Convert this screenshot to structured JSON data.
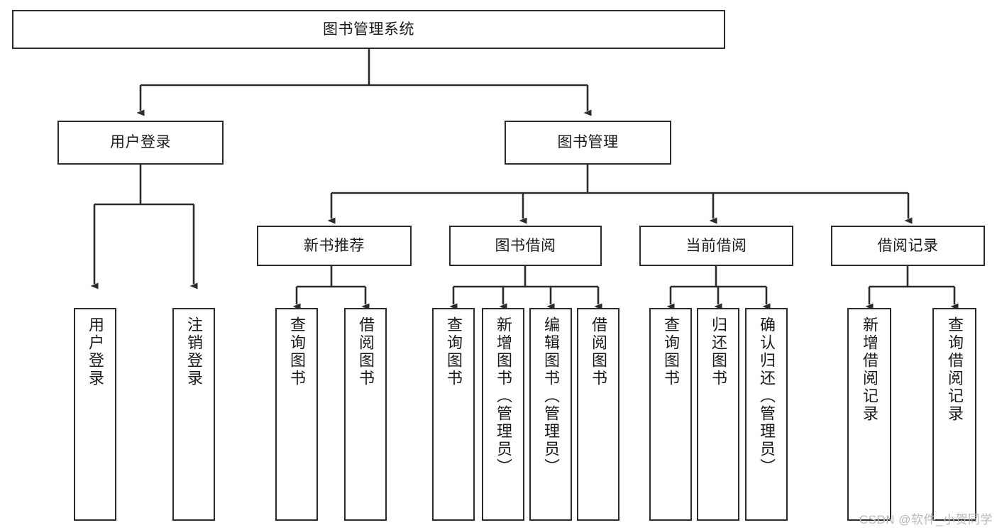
{
  "diagram": {
    "title": "图书管理系统",
    "type": "hierarchy-tree",
    "watermark": "CSDN @软件_小贺同学",
    "colors": {
      "background": "#ffffff",
      "border": "#2b2b2b",
      "text": "#1a1a1a",
      "edge": "#2b2b2b",
      "watermark": "#b9b9b9"
    },
    "levels": {
      "root": {
        "label": "图书管理系统"
      },
      "level2": [
        {
          "label": "用户登录"
        },
        {
          "label": "图书管理"
        }
      ],
      "level3": [
        {
          "label": "新书推荐"
        },
        {
          "label": "图书借阅"
        },
        {
          "label": "当前借阅"
        },
        {
          "label": "借阅记录"
        }
      ],
      "leaves": [
        {
          "label": "用户登录",
          "parent": "用户登录"
        },
        {
          "label": "注销登录",
          "parent": "用户登录"
        },
        {
          "label": "查询图书",
          "parent": "新书推荐"
        },
        {
          "label": "借阅图书",
          "parent": "新书推荐"
        },
        {
          "label": "查询图书",
          "parent": "图书借阅"
        },
        {
          "label": "新增图书（管理员）",
          "parent": "图书借阅"
        },
        {
          "label": "编辑图书（管理员）",
          "parent": "图书借阅"
        },
        {
          "label": "借阅图书",
          "parent": "图书借阅"
        },
        {
          "label": "查询图书",
          "parent": "当前借阅"
        },
        {
          "label": "归还图书",
          "parent": "当前借阅"
        },
        {
          "label": "确认归还（管理员）",
          "parent": "当前借阅"
        },
        {
          "label": "新增借阅记录",
          "parent": "借阅记录"
        },
        {
          "label": "查询借阅记录",
          "parent": "借阅记录"
        }
      ]
    }
  }
}
